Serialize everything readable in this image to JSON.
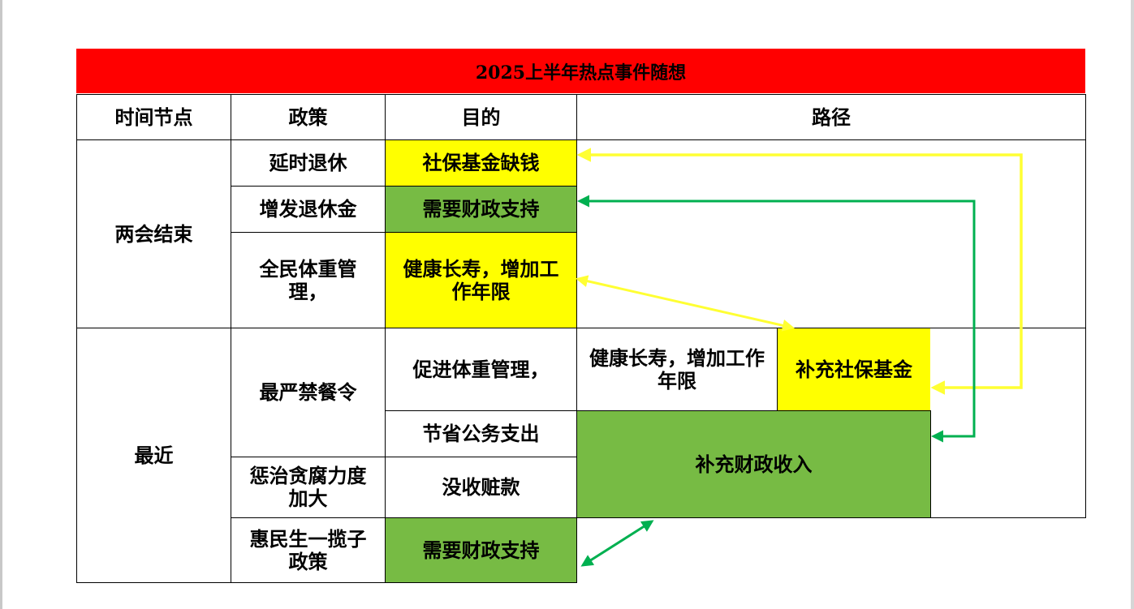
{
  "title": "2025上半年热点事件随想",
  "headers": {
    "time": "时间节点",
    "policy": "政策",
    "purpose": "目的",
    "path": "路径"
  },
  "groups": {
    "g1": "两会结束",
    "g2": "最近"
  },
  "rows": {
    "delay_retire": {
      "policy": "延时退休",
      "purpose": "社保基金缺钱"
    },
    "raise_pension": {
      "policy": "增发退休金",
      "purpose": "需要财政支持"
    },
    "weight_mgmt": {
      "policy": "全民体重管理，",
      "purpose": "健康长寿，增加工作年限"
    },
    "dining_ban": {
      "policy": "最严禁餐令",
      "purpose_1": "促进体重管理，",
      "purpose_2": "节省公务支出",
      "path_1": "健康长寿，增加工作年限",
      "path_2": "补充社保基金"
    },
    "anti_corruption": {
      "policy": "惩治贪腐力度加大",
      "purpose": "没收赃款"
    },
    "livelihood": {
      "policy": "惠民生一揽子政策",
      "purpose": "需要财政支持"
    },
    "fiscal_income": "补充财政收入"
  },
  "colors": {
    "title_bg": "#ff0000",
    "highlight_yellow": "#ffff00",
    "highlight_green": "#77bb44",
    "arrow_yellow": "#ffff33",
    "arrow_green": "#00b050"
  }
}
